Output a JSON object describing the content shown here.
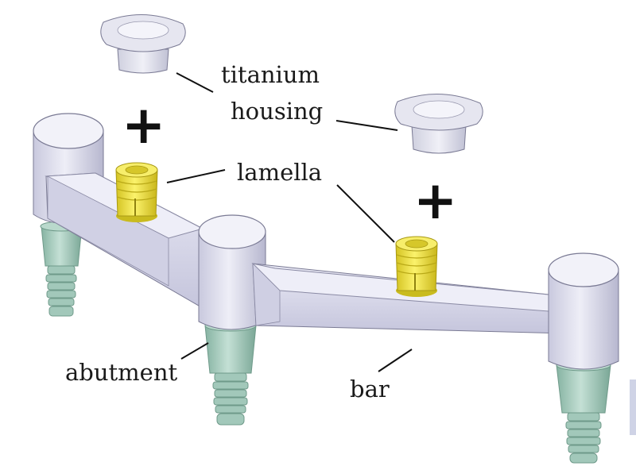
{
  "labels": {
    "titanium": "titanium",
    "housing": "housing",
    "lamella": "lamella",
    "abutment": "abutment",
    "bar": "bar"
  },
  "symbols": {
    "plus": "+"
  },
  "colors": {
    "bar_body": "#dcdcef",
    "bar_top": "#efeff8",
    "bar_shadow": "#b6b6cf",
    "abutment": "#a7ccbe",
    "abutment_dark": "#7fab9b",
    "lamella": "#efe33a",
    "lamella_dark": "#c0b21c",
    "housing": "#dcdde8",
    "housing_top": "#eeeef6",
    "outline": "#6b6b82"
  }
}
